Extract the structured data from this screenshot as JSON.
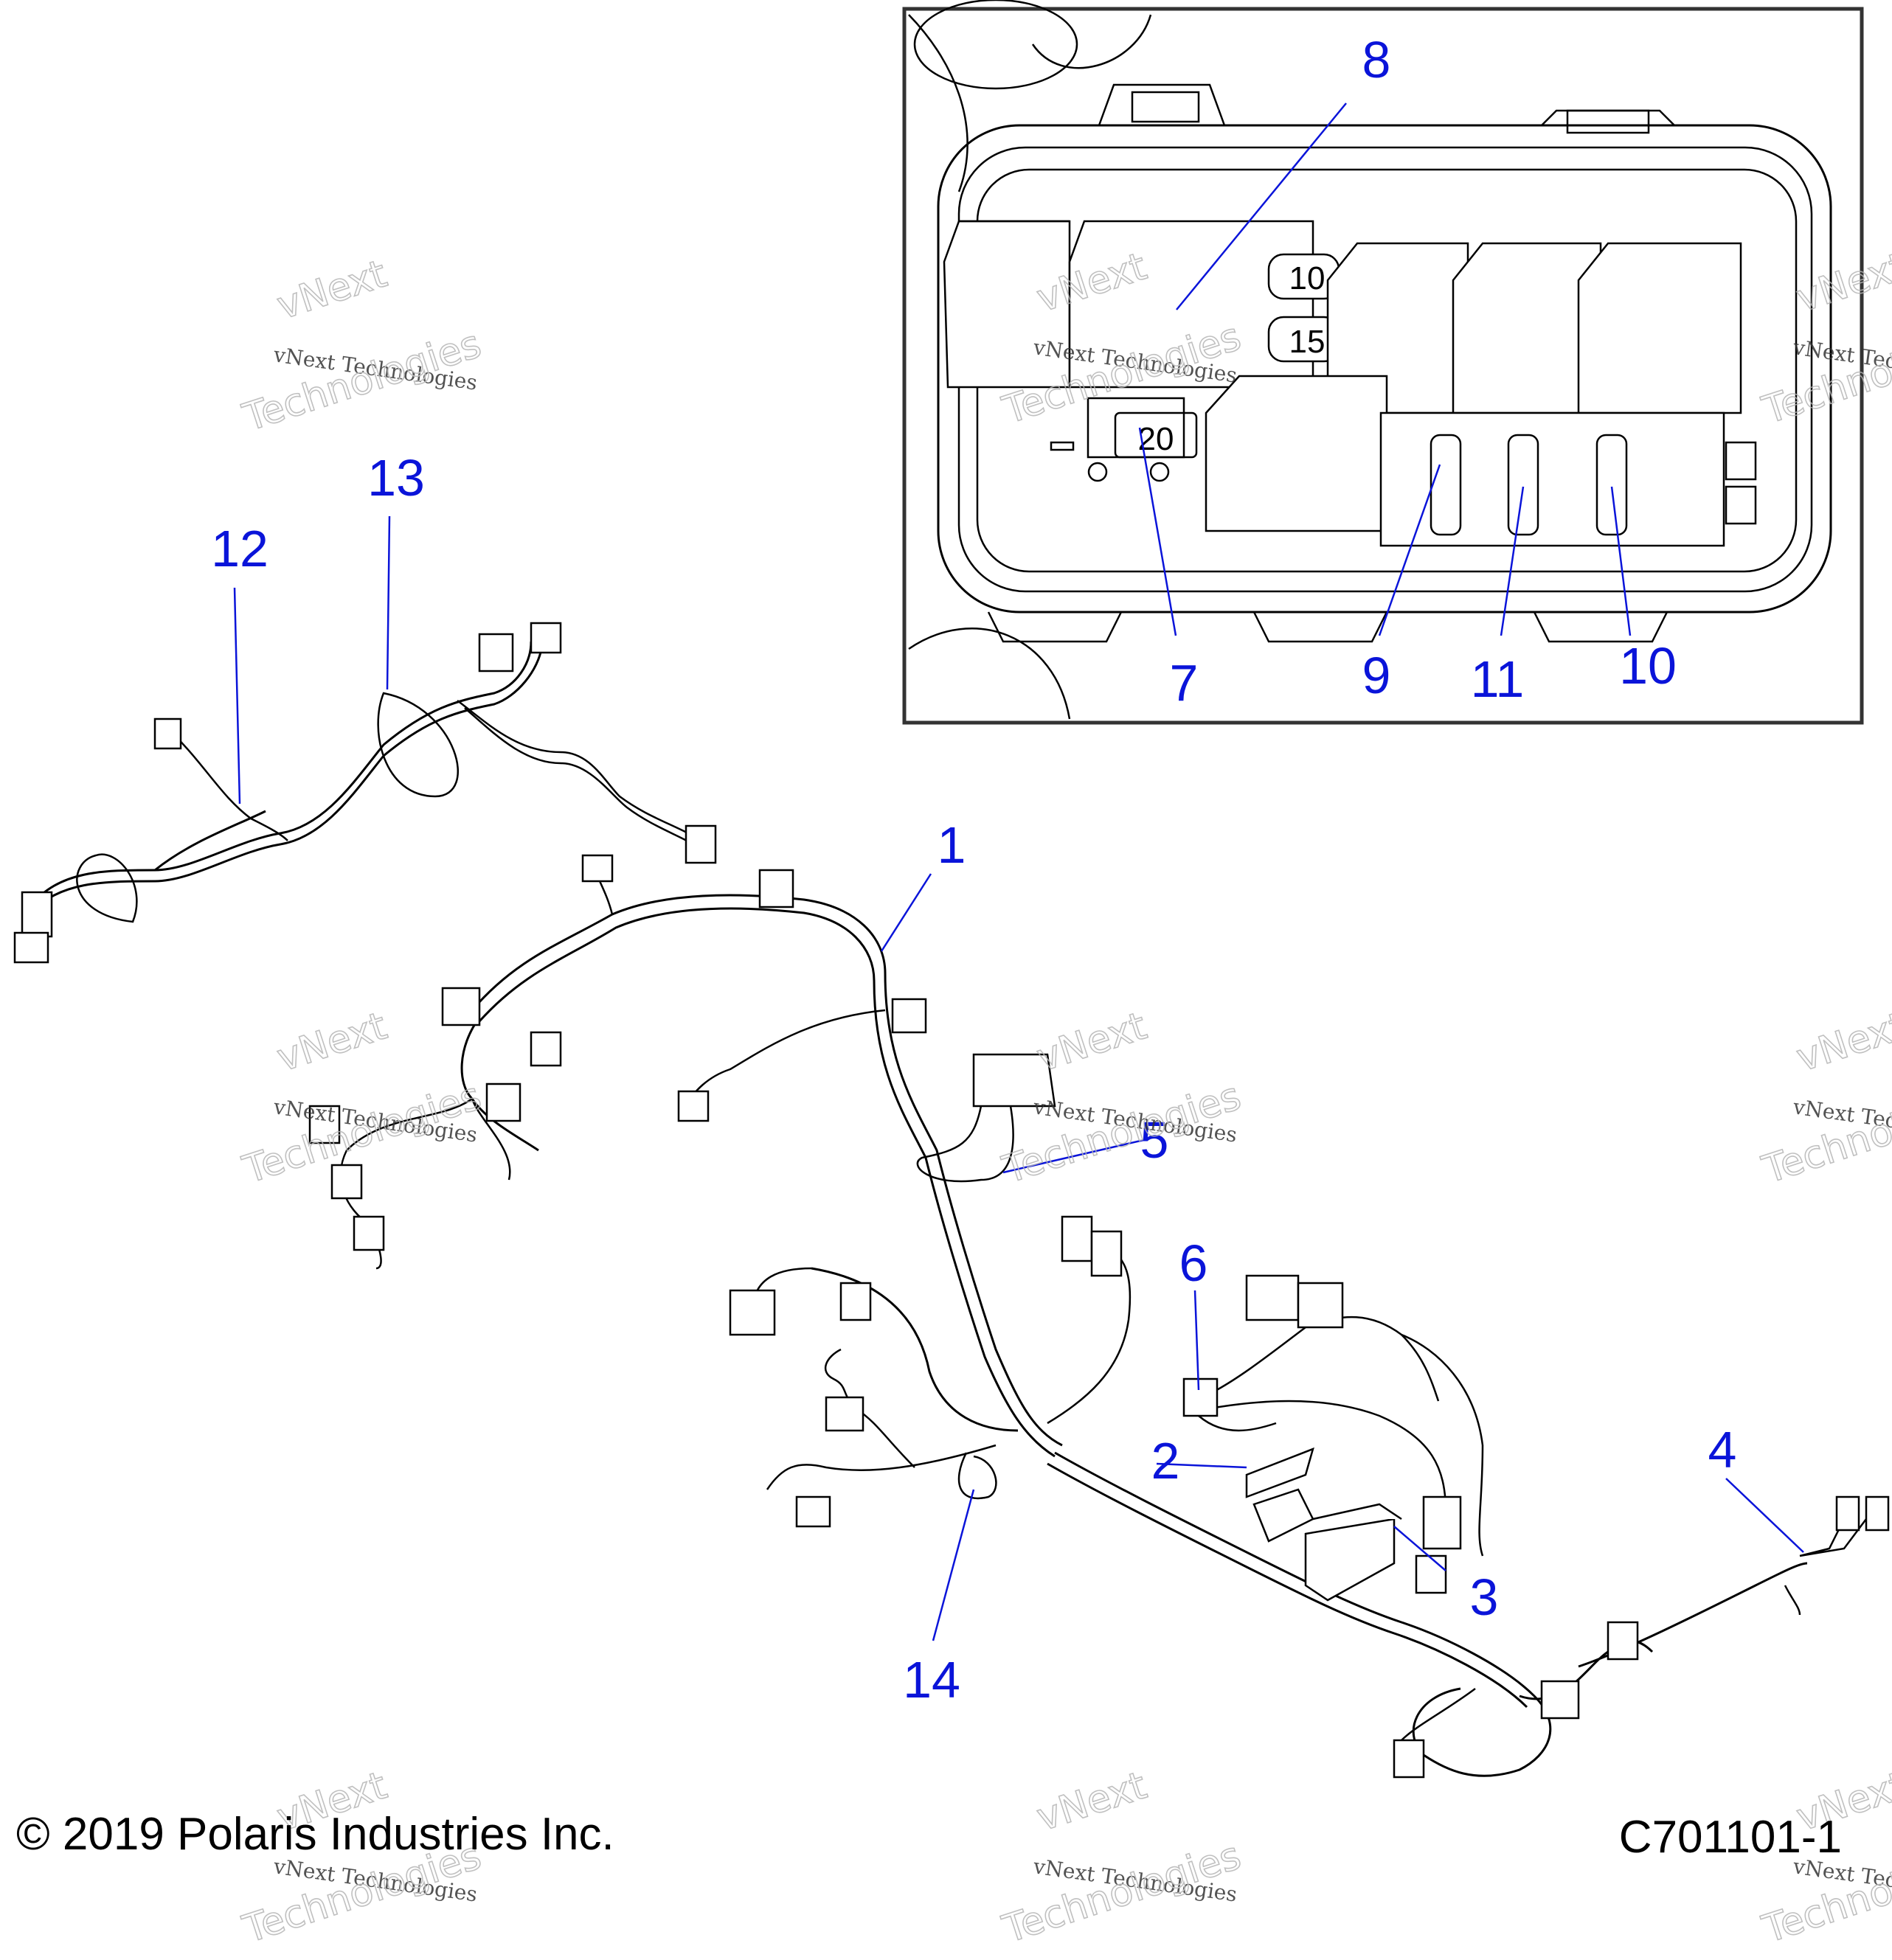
{
  "callouts": [
    {
      "id": "1",
      "label": "1"
    },
    {
      "id": "2",
      "label": "2"
    },
    {
      "id": "3",
      "label": "3"
    },
    {
      "id": "4",
      "label": "4"
    },
    {
      "id": "5",
      "label": "5"
    },
    {
      "id": "6",
      "label": "6"
    },
    {
      "id": "7",
      "label": "7"
    },
    {
      "id": "8",
      "label": "8"
    },
    {
      "id": "9",
      "label": "9"
    },
    {
      "id": "10",
      "label": "10"
    },
    {
      "id": "11",
      "label": "11"
    },
    {
      "id": "12",
      "label": "12"
    },
    {
      "id": "13",
      "label": "13"
    },
    {
      "id": "14",
      "label": "14"
    }
  ],
  "inset": {
    "fuse_labels": [
      "10",
      "15",
      "20"
    ]
  },
  "footer": {
    "copyright": "© 2019 Polaris Industries Inc.",
    "drawing_number": "C701101-1"
  },
  "watermark": {
    "line1": "vNext Technologies",
    "line2": "vNext",
    "line3": "Technologies"
  },
  "colors": {
    "callout": "#0a14d9",
    "line": "#000000",
    "background": "#ffffff"
  }
}
